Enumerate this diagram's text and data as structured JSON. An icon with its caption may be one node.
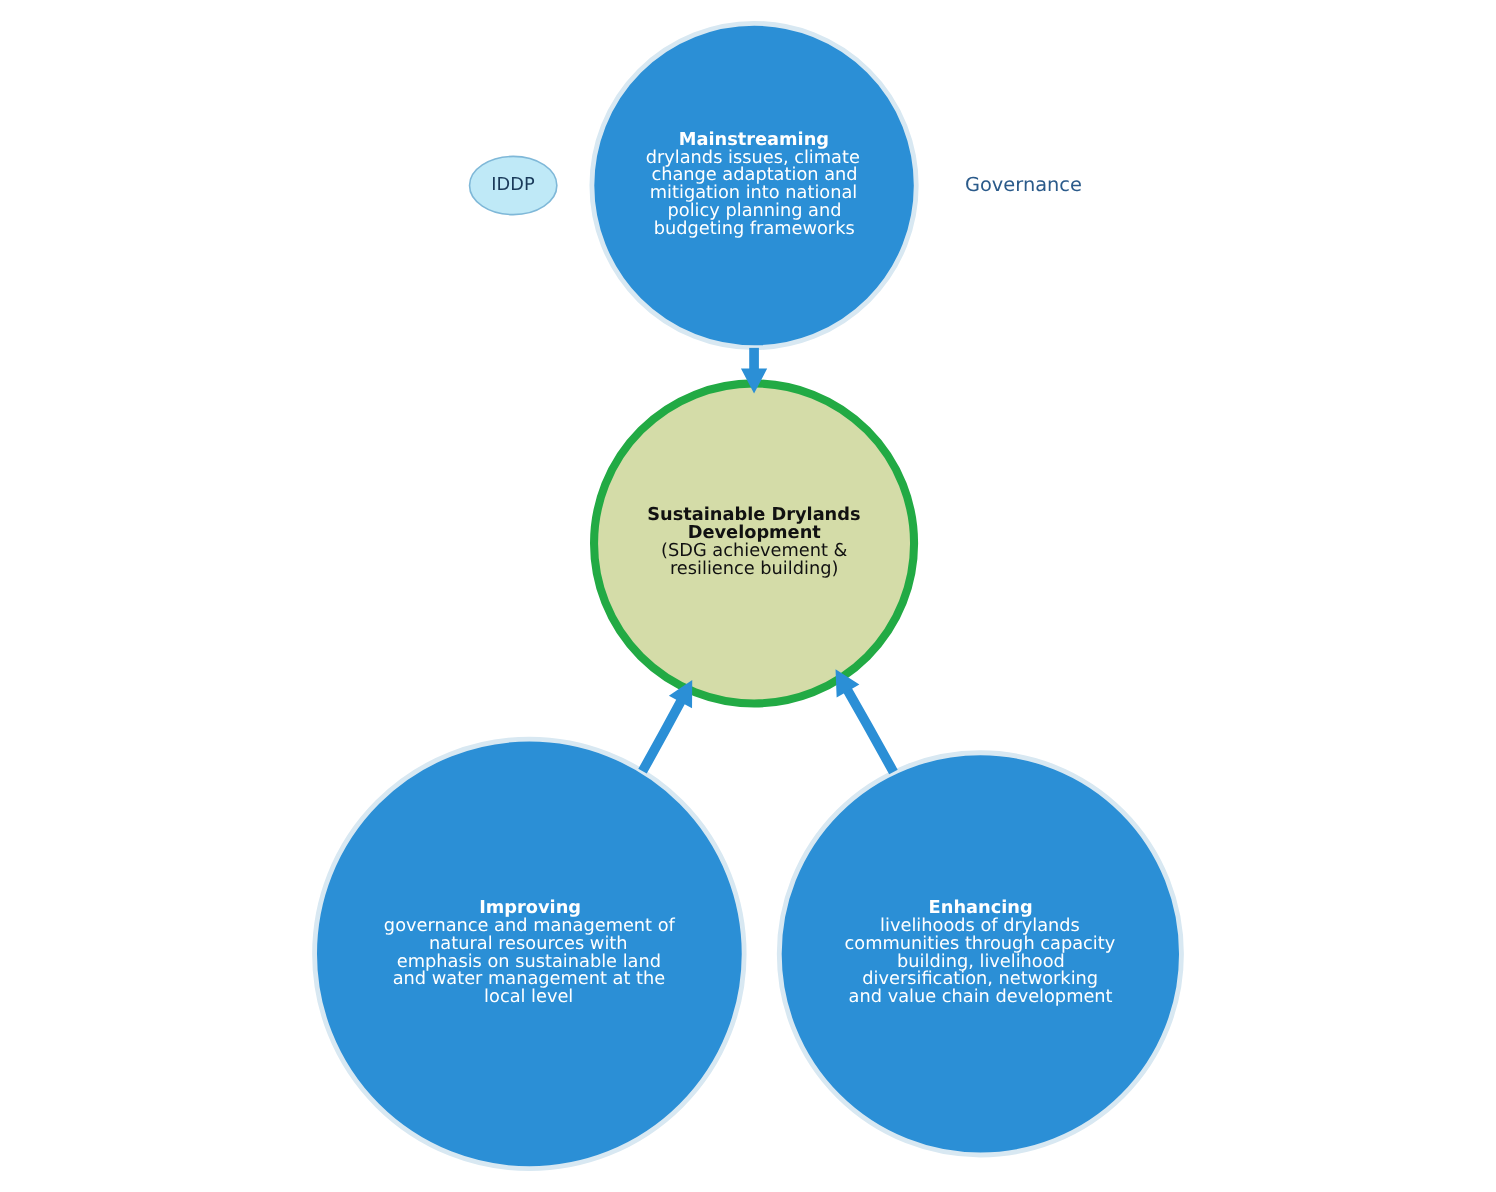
{
  "diagram": {
    "nodes": [
      {
        "text": [
          "IDDP"
        ]
      },
      {
        "text": [
          "Mainstreaming",
          "drylands issues, climate change adaptation and mitigation into national policy planning and budgeting frameworks"
        ]
      },
      {
        "text": [
          "Sustainable Drylands Development",
          "(SDG achievement & resilience building)"
        ]
      },
      {
        "text": [
          "Improving",
          "governance and management of natural resources with emphasis on sustainable land and water management at the local level"
        ]
      },
      {
        "text": [
          "Enhancing",
          "livelihoods of drylands communities through capacity building, livelihood diversification, networking and value chain development"
        ]
      }
    ],
    "edges": [
      {
        "from": 1,
        "to": 2,
        "arrow": "to"
      },
      {
        "from": 3,
        "to": 2,
        "arrow": "to"
      },
      {
        "from": 4,
        "to": 2,
        "arrow": "to"
      }
    ],
    "labels": [
      "Governance"
    ]
  }
}
